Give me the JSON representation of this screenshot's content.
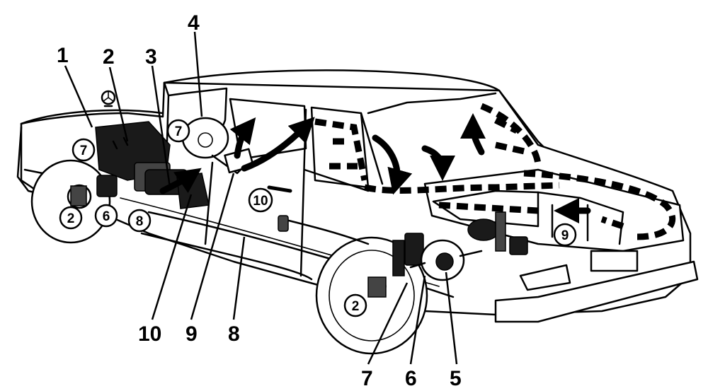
{
  "callouts_top": [
    "1",
    "2",
    "3",
    "4"
  ],
  "callouts_bottom": [
    "10",
    "9",
    "8",
    "7",
    "6",
    "5"
  ],
  "circled_labels": [
    "7",
    "7",
    "2",
    "6",
    "8",
    "10",
    "2",
    "9"
  ]
}
